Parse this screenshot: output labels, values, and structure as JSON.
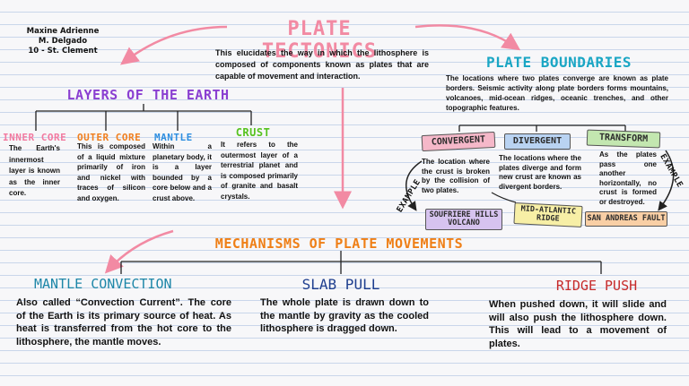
{
  "author": {
    "line1": "Maxine Adrienne",
    "line2": "M. Delgado",
    "line3": "10 - St. Clement"
  },
  "title": "PLATE TECTONICS",
  "intro": "This elucidates the way in which the lithosphere is composed of components known as plates that are capable of movement and interaction.",
  "layers": {
    "heading": "LAYERS OF THE EARTH",
    "items": [
      {
        "label": "INNER CORE",
        "text": "The Earth's innermost layer is known as the inner core."
      },
      {
        "label": "OUTER CORE",
        "text": "This is composed of a liquid mixture primarily of iron and nickel with traces of silicon and oxygen."
      },
      {
        "label": "MANTLE",
        "text": "Within a planetary body, it is a layer bounded by a core below and a crust above."
      },
      {
        "label": "CRUST",
        "text": "It refers to the outermost layer of a terrestrial planet and is composed primarily of granite and basalt crystals."
      }
    ]
  },
  "boundaries": {
    "heading": "PLATE BOUNDARIES",
    "intro": "The locations where two plates converge are known as plate borders. Seismic activity along plate borders forms mountains, volcanoes, mid-ocean ridges, oceanic trenches, and other topographic features.",
    "items": [
      {
        "label": "CONVERGENT",
        "text": "The location where the crust is broken by the collision of two plates.",
        "example": "SOUFRIERE HILLS VOLCANO"
      },
      {
        "label": "DIVERGENT",
        "text": "The locations where the plates diverge and form new crust are known as divergent borders.",
        "example": "MID-ATLANTIC RIDGE"
      },
      {
        "label": "TRANSFORM",
        "text": "As the plates pass one another horizontally, no crust is formed or destroyed.",
        "example": "SAN ANDREAS FAULT"
      }
    ],
    "example_left": "EXAMPLE",
    "example_right": "EXAMPLE"
  },
  "mechanisms": {
    "heading": "MECHANISMS OF PLATE MOVEMENTS",
    "items": [
      {
        "label": "MANTLE CONVECTION",
        "text": "Also called “Convection Current”. The core of the Earth is its primary source of heat. As heat is transferred from the hot core to the lithosphere, the mantle moves."
      },
      {
        "label": "SLAB PULL",
        "text": "The whole plate is drawn down to the mantle by gravity as the cooled lithosphere is dragged down."
      },
      {
        "label": "RIDGE PUSH",
        "text": "When pushed down, it will slide and will also push the lithosphere down. This will lead to a movement of plates."
      }
    ]
  },
  "colors": {
    "title": "#f28aa3",
    "layers_heading": "#8a3fd1",
    "inner_core": "#f27aa0",
    "outer_core": "#f07f1e",
    "mantle": "#2f8fe0",
    "crust": "#56c21f",
    "boundaries_heading": "#1aa6c4",
    "mechanisms_heading": "#ef7f16",
    "mantle_convection": "#1d86a8",
    "slab_pull": "#1f3f8f",
    "ridge_push": "#c62a2a",
    "arrow": "#f28aa3"
  }
}
